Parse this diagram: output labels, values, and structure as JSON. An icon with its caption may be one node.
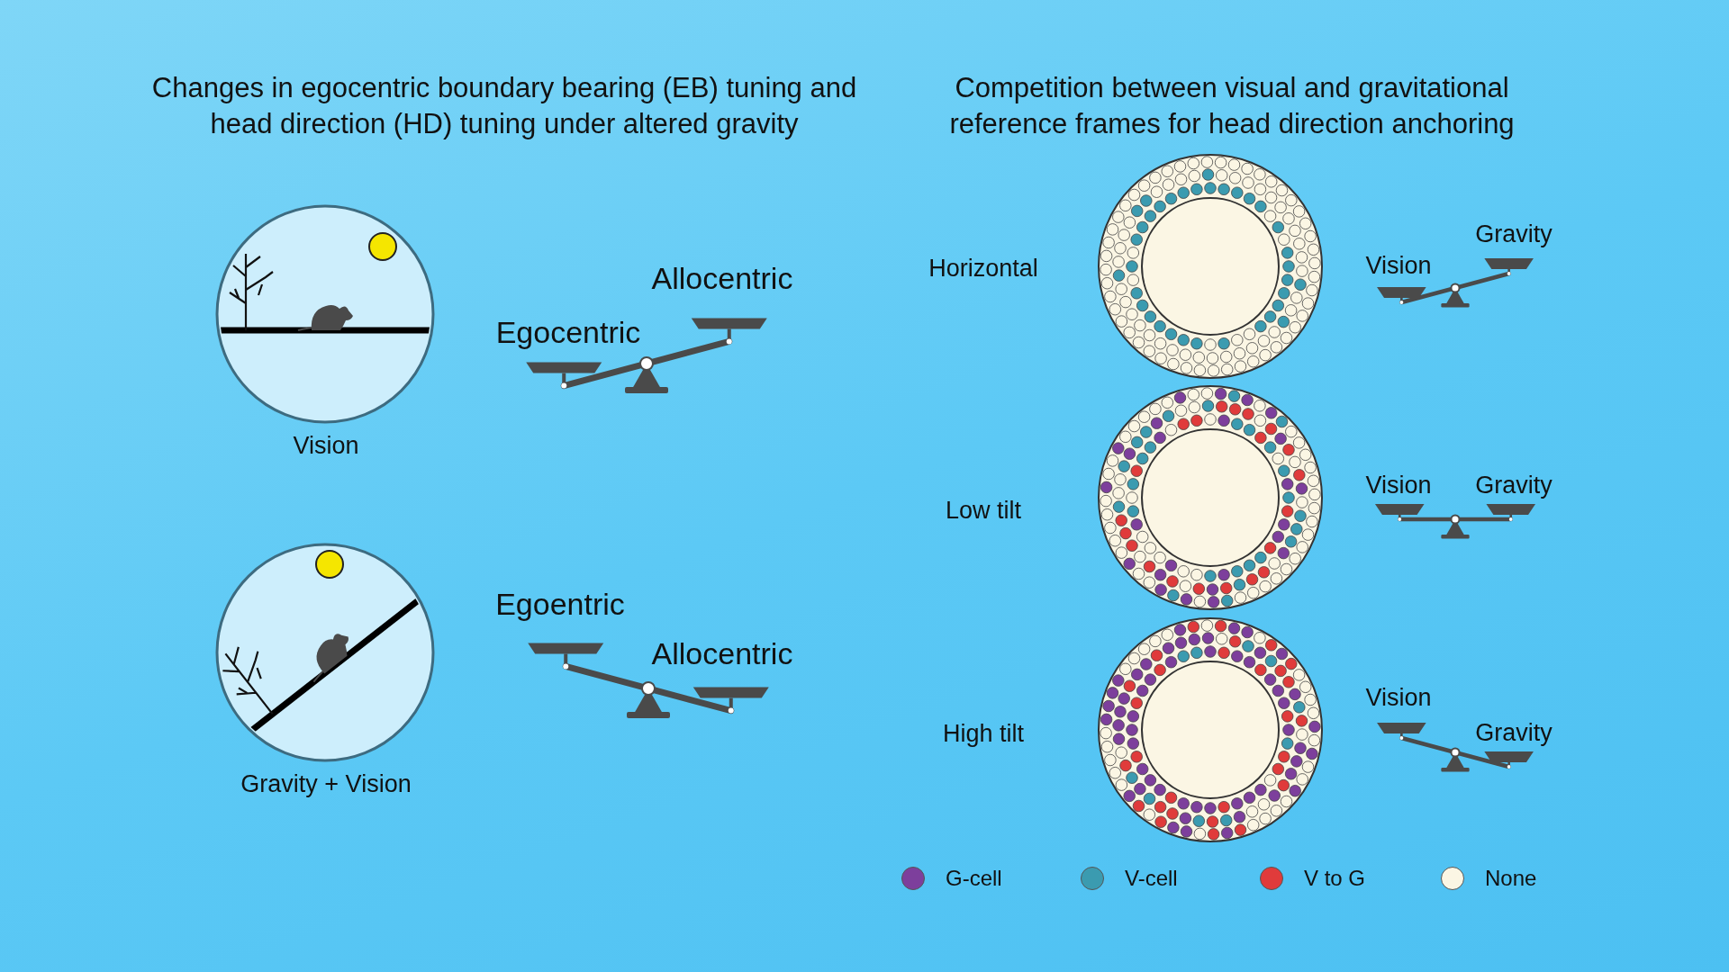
{
  "diagram": {
    "labels": [
      "Changes in egocentric boundary bearing (EB) tuning and head direction (HD) tuning under altered gravity",
      "Competition between visual and gravitational reference frames for head direction anchoring",
      "Allocentric",
      "Egocentric",
      "Vision",
      "Egoentric",
      "Allocentric",
      "Gravity + Vision",
      "Gravity",
      "Horizontal",
      "Vision",
      "Vision",
      "Gravity",
      "Low tilt",
      "Vision",
      "High tilt",
      "Gravity"
    ],
    "legend": [
      {
        "text": "G-cell",
        "color": "#7d3f9c"
      },
      {
        "text": "V-cell",
        "color": "#3b9bb0"
      },
      {
        "text": "V to G",
        "color": "#e03b3b"
      },
      {
        "text": "None",
        "color": "#fbf6e4"
      }
    ]
  }
}
